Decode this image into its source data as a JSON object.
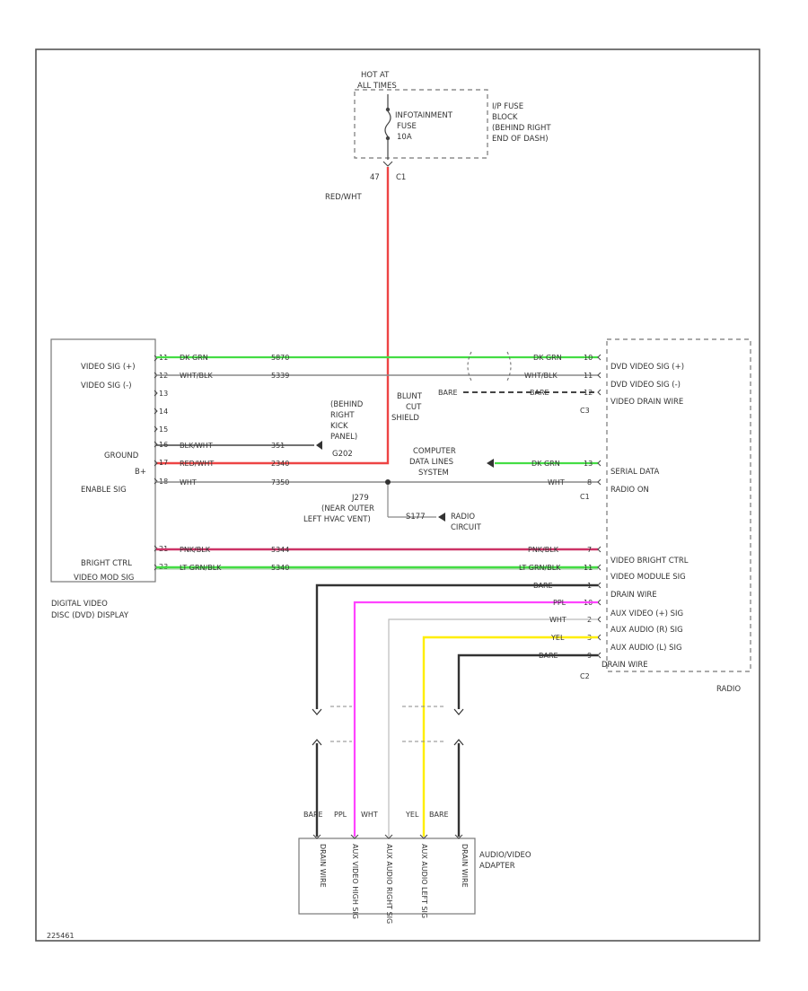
{
  "fuse_block": {
    "hot_label_1": "HOT AT",
    "hot_label_2": "ALL TIMES",
    "fuse_name_1": "INFOTAINMENT",
    "fuse_name_2": "FUSE",
    "fuse_amp": "10A",
    "location_1": "I/P FUSE",
    "location_2": "BLOCK",
    "location_3": "(BEHIND RIGHT",
    "location_4": "END OF DASH)",
    "pin": "47",
    "connector": "C1"
  },
  "feed_wire_color": "RED/WHT",
  "dvd_display": {
    "name_1": "DIGITAL VIDEO",
    "name_2": "DISC (DVD) DISPLAY",
    "labels": {
      "video_sig_pos": "VIDEO SIG (+)",
      "video_sig_neg": "VIDEO SIG (-)",
      "ground": "GROUND",
      "b_plus": "B+",
      "enable_sig": "ENABLE SIG",
      "bright_ctrl": "BRIGHT CTRL",
      "video_mod_sig": "VIDEO MOD SIG"
    },
    "pins": [
      "11",
      "12",
      "13",
      "14",
      "15",
      "16",
      "17",
      "18",
      "21",
      "23"
    ]
  },
  "wires": {
    "w1": {
      "color": "DK GRN",
      "circuit": "5870"
    },
    "w2": {
      "color": "WHT/BLK",
      "circuit": "5339"
    },
    "w3": {
      "color": "BLK/WHT",
      "circuit": "351"
    },
    "w4": {
      "color": "RED/WHT",
      "circuit": "2340"
    },
    "w5": {
      "color": "WHT",
      "circuit": "7350"
    },
    "w6": {
      "color": "PNK/BLK",
      "circuit": "5344"
    },
    "w7": {
      "color": "LT GRN/BLK",
      "circuit": "5340"
    }
  },
  "notes": {
    "ground_1": "(BEHIND",
    "ground_2": "RIGHT",
    "ground_3": "KICK",
    "ground_4": "PANEL)",
    "ground_5": "G202",
    "blunt_1": "BLUNT",
    "blunt_2": "CUT",
    "blunt_3": "SHIELD",
    "comp_1": "COMPUTER",
    "comp_2": "DATA LINES",
    "comp_3": "SYSTEM",
    "splice_1": "J279",
    "splice_2": "(NEAR OUTER",
    "splice_3": "LEFT HVAC VENT)",
    "to_radio_1": "S177",
    "to_radio_2": "RADIO",
    "to_radio_3": "CIRCUIT"
  },
  "radio": {
    "name": "RADIO",
    "labels": {
      "dvd_video_pos": "DVD VIDEO SIG (+)",
      "dvd_video_neg": "DVD VIDEO SIG (-)",
      "video_drain": "VIDEO DRAIN WIRE",
      "serial_data": "SERIAL DATA",
      "radio_on": "RADIO ON",
      "video_bright": "VIDEO BRIGHT CTRL",
      "video_module": "VIDEO MODULE SIG",
      "drain_wire": "DRAIN WIRE",
      "aux_video": "AUX VIDEO (+) SIG",
      "aux_audio_r": "AUX AUDIO (R) SIG",
      "aux_audio_l": "AUX AUDIO (L) SIG",
      "drain_wire_2": "DRAIN WIRE"
    },
    "wire_colors": {
      "r1": "DK GRN",
      "r2": "WHT/BLK",
      "r3": "BARE",
      "r4": "DK GRN",
      "r5": "WHT",
      "r6": "PNK/BLK",
      "r7": "LT GRN/BLK",
      "r8": "BARE",
      "r9": "PPL",
      "r10": "WHT",
      "r11": "YEL",
      "r12": "BARE"
    },
    "pins": [
      "10",
      "11",
      "12",
      "13",
      "8",
      "7",
      "11",
      "1",
      "10",
      "2",
      "3",
      "9"
    ],
    "connectors": [
      "C3",
      "C1",
      "C2"
    ]
  },
  "adapter": {
    "name_1": "AUDIO/VIDEO",
    "name_2": "ADAPTER",
    "wire_colors": [
      "BARE",
      "PPL",
      "WHT",
      "YEL",
      "BARE"
    ],
    "pin_labels": [
      "DRAIN WIRE",
      "AUX VIDEO HIGH SIG",
      "AUX AUDIO RIGHT SIG",
      "AUX AUDIO LEFT SIG",
      "DRAIN WIRE"
    ]
  },
  "figure_id": "225461",
  "colors": {
    "frame": "#555555",
    "red": "#ee4444",
    "green": "#44dd44",
    "pink": "#dd2277",
    "magenta": "#ff44ff",
    "yellow": "#ffee00",
    "dark": "#333333",
    "light": "#bbbbbb"
  }
}
